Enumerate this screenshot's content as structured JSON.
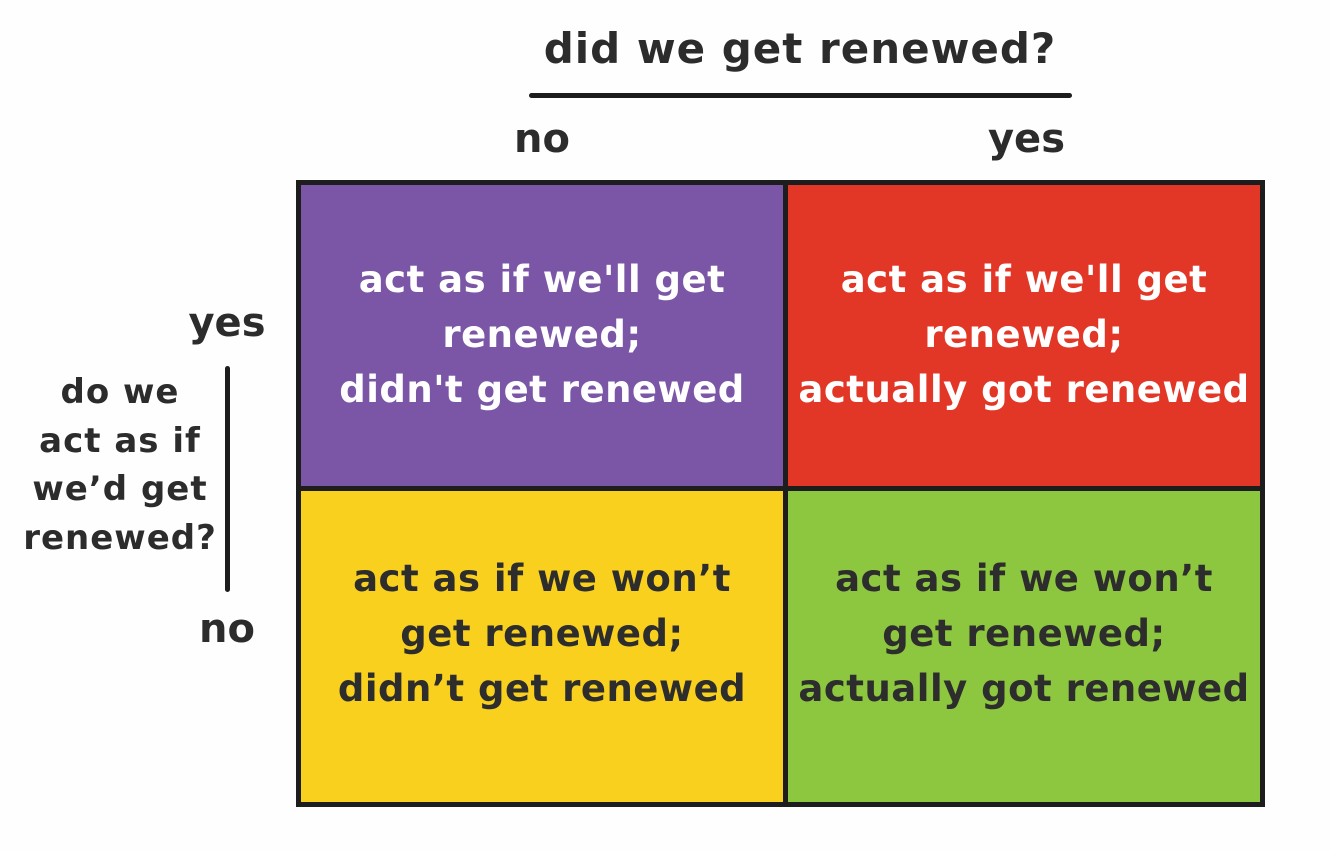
{
  "diagram": {
    "columns": {
      "axis_title": "did we get renewed?",
      "labels": [
        "no",
        "yes"
      ]
    },
    "rows": {
      "axis_title_lines": [
        "do we",
        "act as if",
        "we’d get",
        "renewed?"
      ],
      "labels": [
        "yes",
        "no"
      ]
    },
    "quadrants": [
      {
        "name": "acted-yes-not-renewed",
        "bg": "#7b55a6",
        "fg": "#ffffff",
        "lines": [
          "act as if we'll get",
          "renewed;",
          "didn't get renewed"
        ]
      },
      {
        "name": "acted-yes-renewed",
        "bg": "#e23727",
        "fg": "#ffffff",
        "lines": [
          "act as if we'll get",
          "renewed;",
          "actually got renewed"
        ]
      },
      {
        "name": "acted-no-not-renewed",
        "bg": "#f8d01d",
        "fg": "#2d2d2d",
        "lines": [
          "act as if we won’t",
          "get renewed;",
          "didn’t get renewed"
        ]
      },
      {
        "name": "acted-no-renewed",
        "bg": "#8dc63f",
        "fg": "#2d2d2d",
        "lines": [
          "act as if we won’t",
          "get renewed;",
          "actually got renewed"
        ]
      }
    ],
    "colors": {
      "line": "#1d1d1d",
      "background": "#ffffff",
      "label_text": "#2c2c2c"
    }
  }
}
